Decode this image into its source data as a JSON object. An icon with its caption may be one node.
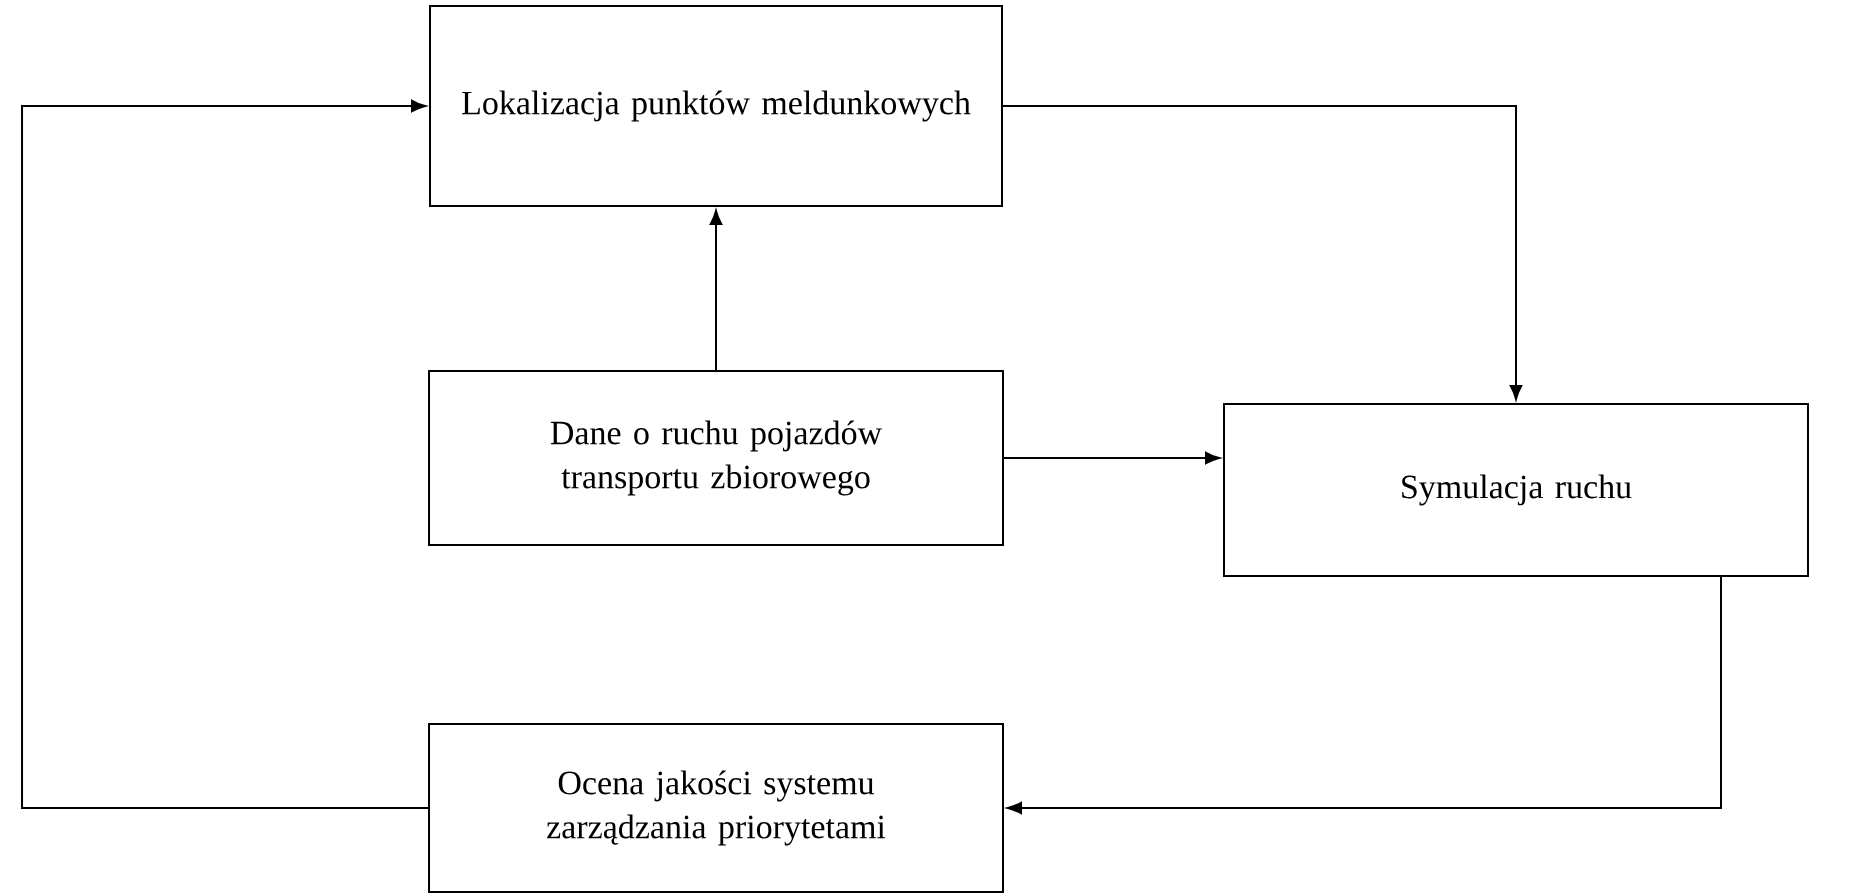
{
  "diagram": {
    "nodes": [
      {
        "text": [
          "Lokalizacja punktów meldunkowych"
        ]
      },
      {
        "text": [
          "Dane o ruchu pojazdów transportu zbiorowego"
        ]
      },
      {
        "text": [
          "Symulacja ruchu"
        ]
      },
      {
        "text": [
          "Ocena jakości systemu zarządzania priorytetami"
        ]
      }
    ],
    "edges": [
      {
        "from": 0,
        "to": 2,
        "arrow": "to"
      },
      {
        "from": 1,
        "to": 0,
        "arrow": "to"
      },
      {
        "from": 1,
        "to": 2,
        "arrow": "to"
      },
      {
        "from": 2,
        "to": 3,
        "arrow": "to"
      },
      {
        "from": 3,
        "to": 0,
        "arrow": "to"
      }
    ]
  }
}
